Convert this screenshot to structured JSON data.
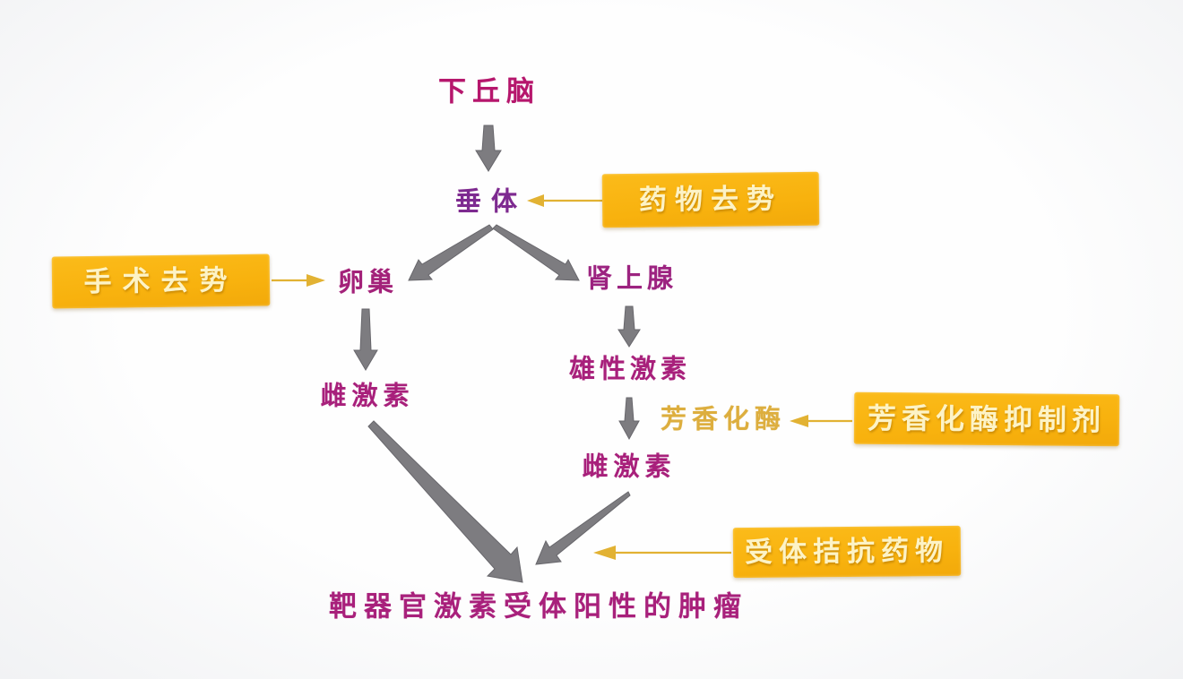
{
  "diagram": {
    "description_domain": "hormone-pathway-flowchart",
    "nodes": [
      {
        "id": "hypothalamus",
        "label": "下丘脑",
        "color": "#b6166c"
      },
      {
        "id": "pituitary",
        "label": "垂体",
        "color": "#7d2a90"
      },
      {
        "id": "ovary",
        "label": "卵巢",
        "color": "#a32179"
      },
      {
        "id": "adrenal-gland",
        "label": "肾上腺",
        "color": "#9c2380"
      },
      {
        "id": "estrogen-left",
        "label": "雌激素",
        "color": "#a8207b"
      },
      {
        "id": "androgen",
        "label": "雄性激素",
        "color": "#a8207b"
      },
      {
        "id": "aromatase",
        "label": "芳香化酶",
        "color": "#ddae3e"
      },
      {
        "id": "estrogen-right",
        "label": "雌激素",
        "color": "#a8207b"
      },
      {
        "id": "tumor",
        "label": "靶器官激素受体阳性的肿瘤",
        "color": "#a8207b"
      }
    ],
    "treatments": [
      {
        "id": "drug-castration",
        "label": "药物去势"
      },
      {
        "id": "surgical-castration",
        "label": "手术去势"
      },
      {
        "id": "aromatase-inhibitor",
        "label": "芳香化酶抑制剂"
      },
      {
        "id": "receptor-antagonist",
        "label": "受体拮抗药物"
      }
    ],
    "edges": [
      {
        "from": "hypothalamus",
        "to": "pituitary",
        "style": "gray-arrow"
      },
      {
        "from": "pituitary",
        "to": "ovary",
        "style": "gray-arrow"
      },
      {
        "from": "pituitary",
        "to": "adrenal-gland",
        "style": "gray-arrow"
      },
      {
        "from": "ovary",
        "to": "estrogen-left",
        "style": "gray-arrow"
      },
      {
        "from": "adrenal-gland",
        "to": "androgen",
        "style": "gray-arrow"
      },
      {
        "from": "androgen",
        "to": "estrogen-right",
        "style": "gray-arrow",
        "via_label": "芳香化酶"
      },
      {
        "from": "estrogen-left",
        "to": "tumor",
        "style": "gray-arrow"
      },
      {
        "from": "estrogen-right",
        "to": "tumor",
        "style": "gray-arrow"
      },
      {
        "from": "drug-castration",
        "to": "pituitary",
        "style": "yellow-arrow"
      },
      {
        "from": "surgical-castration",
        "to": "ovary",
        "style": "yellow-arrow"
      },
      {
        "from": "aromatase-inhibitor",
        "to": "aromatase",
        "style": "yellow-arrow"
      },
      {
        "from": "receptor-antagonist",
        "to": "tumor",
        "style": "yellow-arrow"
      }
    ],
    "colors": {
      "flow_arrow_gray": "#7d7c80",
      "flow_arrow_gray_edge": "#68676c",
      "treatment_arrow_yellow": "#e2b233",
      "treatment_box_bg": "#f9b413",
      "treatment_box_text": "#fdf3c6",
      "background": "#f6f7f8"
    }
  }
}
